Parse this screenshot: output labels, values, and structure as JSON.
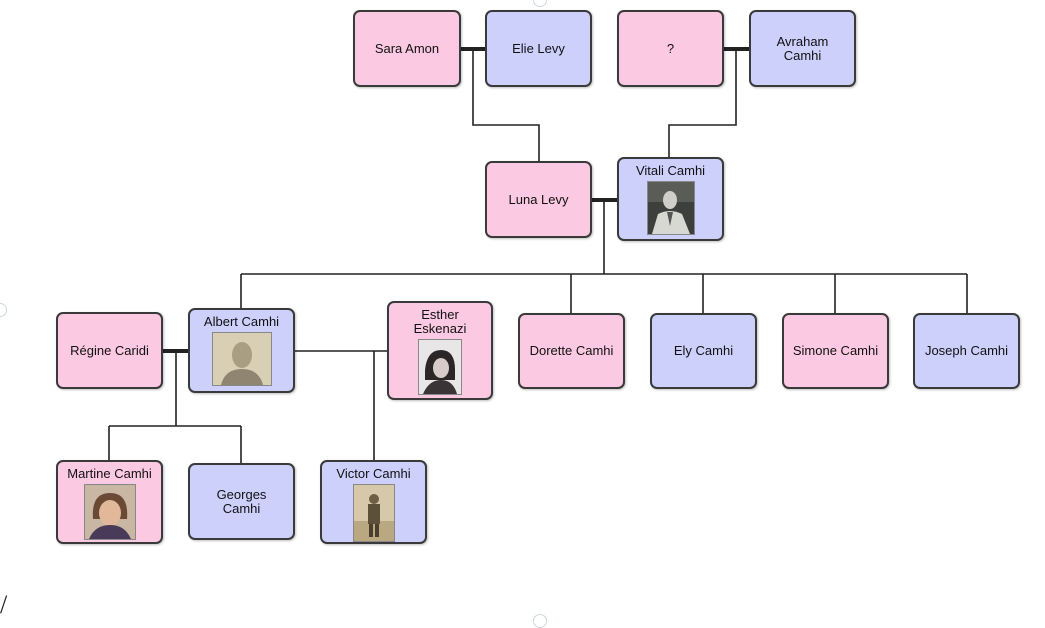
{
  "tree": {
    "people": {
      "sara_amon": "Sara Amon",
      "elie_levy": "Elie Levy",
      "unknown": "?",
      "avraham_camhi": "Avraham Camhi",
      "luna_levy": "Luna Levy",
      "vitali_camhi": "Vitali Camhi",
      "regine_caridi": "Régine Caridi",
      "albert_camhi": "Albert Camhi",
      "esther_eskenazi": "Esther Eskenazi",
      "dorette_camhi": "Dorette Camhi",
      "ely_camhi": "Ely Camhi",
      "simone_camhi": "Simone Camhi",
      "joseph_camhi": "Joseph Camhi",
      "martine_camhi": "Martine Camhi",
      "georges_camhi": "Georges Camhi",
      "victor_camhi": "Victor Camhi"
    },
    "colors": {
      "female": "#fbc9e2",
      "male": "#ccd0fb",
      "border": "#3a3a3a",
      "line": "#222222"
    }
  }
}
